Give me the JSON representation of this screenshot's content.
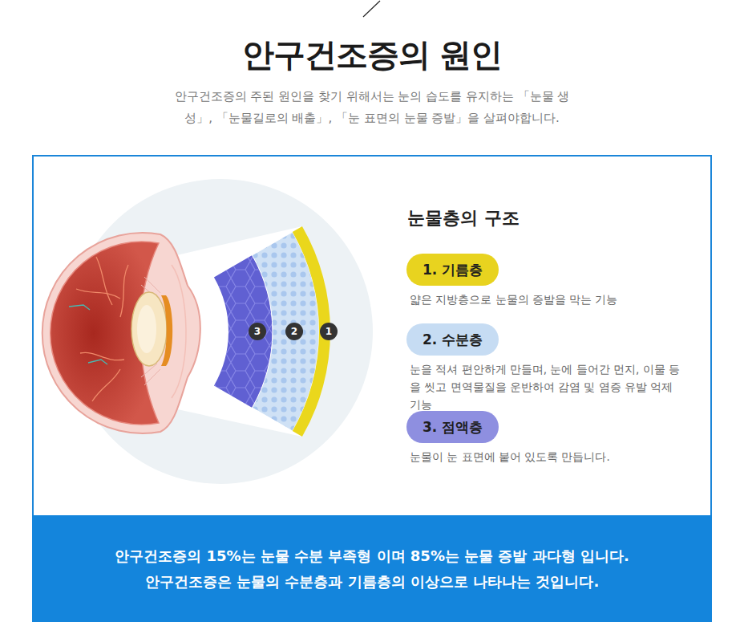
{
  "diagram": {
    "title": "안구건조증의 원인",
    "caption": "안구건조증의 주된 원인을 찾기 위해서는 눈의 습도를 유지하는 「눈물 생성」, 「눈물길로의 배출」, 「눈 표면의 눈물 증발」을 살펴야합니다.",
    "nodes": [
      {
        "text": [
          "눈물층의 구조"
        ]
      },
      {
        "text": [
          "3"
        ],
        "in": 0
      },
      {
        "text": [
          "2"
        ],
        "in": 0
      },
      {
        "text": [
          "1"
        ],
        "in": 0
      },
      {
        "text": [
          "1. 기름층",
          "얇은 지방층으로 눈물의 증발을 막는 기능"
        ],
        "in": 0
      },
      {
        "text": [
          "2. 수분층",
          "눈을 적셔 편안하게 만들며, 눈에 들어간 먼지, 이물 등을 씻고 면역물질을 운반하여 감염 및 염증 유발 억제 기능"
        ],
        "in": 0
      },
      {
        "text": [
          "3. 점액층",
          "눈물이 눈 표면에 붙어 있도록 만듭니다."
        ],
        "in": 0
      },
      {
        "text": [
          "안구건조증의 15%는 눈물 수분 부족형 이며 85%는 눈물 증발 과다형 입니다.",
          "안구건조증은 눈물의 수분층과 기름층의 이상으로 나타나는 것입니다."
        ]
      }
    ]
  }
}
